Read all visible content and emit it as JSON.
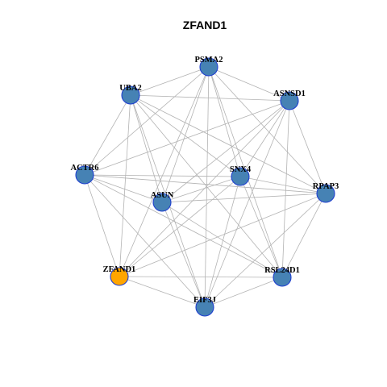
{
  "title": "ZFAND1",
  "colors": {
    "node_fill": "#4682b4",
    "highlight_fill": "#ffa500",
    "node_stroke": "#1f3fd0",
    "edge": "#b3b3b3"
  },
  "nodes": [
    {
      "id": "PSMA2",
      "label": "PSMA2",
      "highlight": false
    },
    {
      "id": "UBA2",
      "label": "UBA2",
      "highlight": false
    },
    {
      "id": "ASNSD1",
      "label": "ASNSD1",
      "highlight": false
    },
    {
      "id": "ACTR6",
      "label": "ACTR6",
      "highlight": false
    },
    {
      "id": "SNX4",
      "label": "SNX4",
      "highlight": false
    },
    {
      "id": "RPAP3",
      "label": "RPAP3",
      "highlight": false
    },
    {
      "id": "ASUN",
      "label": "ASUN",
      "highlight": false
    },
    {
      "id": "ZFAND1",
      "label": "ZFAND1",
      "highlight": true
    },
    {
      "id": "RSL24D1",
      "label": "RSL24D1",
      "highlight": false
    },
    {
      "id": "EIF3J",
      "label": "EIF3J",
      "highlight": false
    }
  ],
  "edges": [
    [
      "PSMA2",
      "UBA2"
    ],
    [
      "PSMA2",
      "ASNSD1"
    ],
    [
      "PSMA2",
      "SNX4"
    ],
    [
      "PSMA2",
      "RPAP3"
    ],
    [
      "PSMA2",
      "ASUN"
    ],
    [
      "PSMA2",
      "ZFAND1"
    ],
    [
      "PSMA2",
      "RSL24D1"
    ],
    [
      "PSMA2",
      "EIF3J"
    ],
    [
      "PSMA2",
      "ACTR6"
    ],
    [
      "UBA2",
      "ASNSD1"
    ],
    [
      "UBA2",
      "ACTR6"
    ],
    [
      "UBA2",
      "SNX4"
    ],
    [
      "UBA2",
      "RPAP3"
    ],
    [
      "UBA2",
      "ASUN"
    ],
    [
      "UBA2",
      "ZFAND1"
    ],
    [
      "UBA2",
      "RSL24D1"
    ],
    [
      "UBA2",
      "EIF3J"
    ],
    [
      "ASNSD1",
      "ACTR6"
    ],
    [
      "ASNSD1",
      "SNX4"
    ],
    [
      "ASNSD1",
      "RPAP3"
    ],
    [
      "ASNSD1",
      "ASUN"
    ],
    [
      "ASNSD1",
      "ZFAND1"
    ],
    [
      "ASNSD1",
      "RSL24D1"
    ],
    [
      "ASNSD1",
      "EIF3J"
    ],
    [
      "ACTR6",
      "SNX4"
    ],
    [
      "ACTR6",
      "RPAP3"
    ],
    [
      "ACTR6",
      "ASUN"
    ],
    [
      "ACTR6",
      "ZFAND1"
    ],
    [
      "ACTR6",
      "RSL24D1"
    ],
    [
      "ACTR6",
      "EIF3J"
    ],
    [
      "SNX4",
      "RPAP3"
    ],
    [
      "SNX4",
      "ASUN"
    ],
    [
      "SNX4",
      "ZFAND1"
    ],
    [
      "SNX4",
      "RSL24D1"
    ],
    [
      "SNX4",
      "EIF3J"
    ],
    [
      "RPAP3",
      "ASUN"
    ],
    [
      "RPAP3",
      "ZFAND1"
    ],
    [
      "RPAP3",
      "RSL24D1"
    ],
    [
      "RPAP3",
      "EIF3J"
    ],
    [
      "ASUN",
      "RSL24D1"
    ],
    [
      "ASUN",
      "EIF3J"
    ],
    [
      "ZFAND1",
      "RSL24D1"
    ],
    [
      "ZFAND1",
      "EIF3J"
    ],
    [
      "RSL24D1",
      "EIF3J"
    ]
  ]
}
